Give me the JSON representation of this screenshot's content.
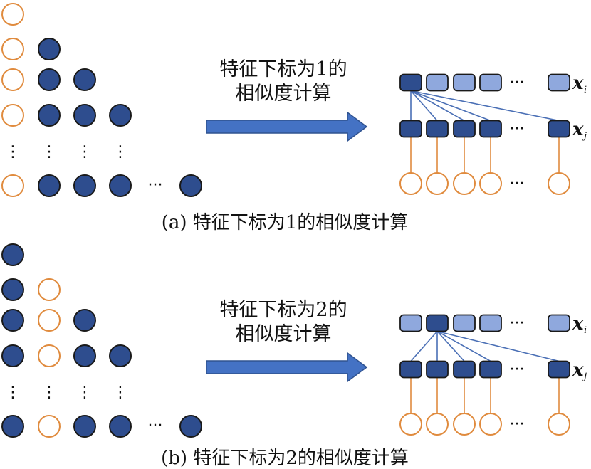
{
  "colors": {
    "node_dark": "#2E4D8E",
    "node_light": "#8FA8DD",
    "outline": "#1A1A1A",
    "orange": "#E08B3E",
    "arrow": "#4472C4",
    "link": "#4A6FB5"
  },
  "panels": [
    {
      "id": "a",
      "caption": "(a) 特征下标为1的相似度计算",
      "arrow_line1": "特征下标为1的",
      "arrow_line2": "相似度计算",
      "active_index": 1
    },
    {
      "id": "b",
      "caption": "(b) 特征下标为2的相似度计算",
      "arrow_line1": "特征下标为2的",
      "arrow_line2": "相似度计算",
      "active_index": 2
    }
  ],
  "labels": {
    "xi_main": "x",
    "xi_sub": "i",
    "xj_main": "x",
    "xj_sub": "j",
    "ellipsis_h": "···",
    "ellipsis_v": "⋮"
  }
}
